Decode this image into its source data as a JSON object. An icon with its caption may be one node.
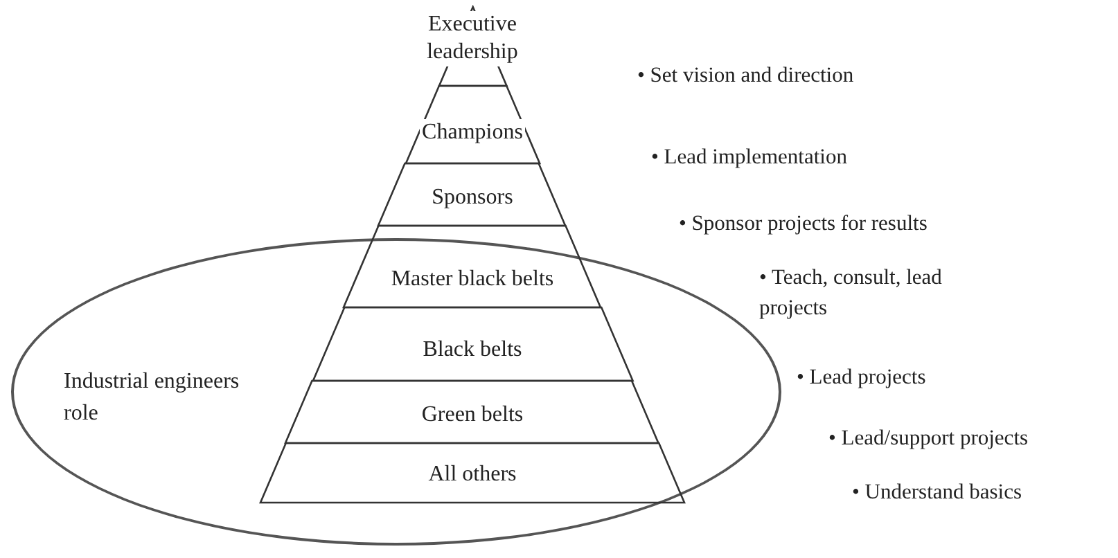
{
  "diagram": {
    "nodes": [
      {
        "text": [
          "Executive leadership"
        ]
      },
      {
        "text": [
          "Champions"
        ]
      },
      {
        "text": [
          "Sponsors"
        ]
      },
      {
        "text": [
          "Master black belts"
        ]
      },
      {
        "text": [
          "Industrial engineers role"
        ]
      },
      {
        "text": [
          "Black belts"
        ],
        "in": 4
      },
      {
        "text": [
          "Green belts"
        ],
        "in": 4
      },
      {
        "text": [
          "All others"
        ],
        "in": 4
      }
    ],
    "labels": [
      "• Set vision and direction",
      "• Lead implementation",
      "• Sponsor projects for results",
      "• Teach, consult, lead projects",
      "• Lead projects",
      "• Lead/support projects",
      "• Understand basics"
    ]
  }
}
